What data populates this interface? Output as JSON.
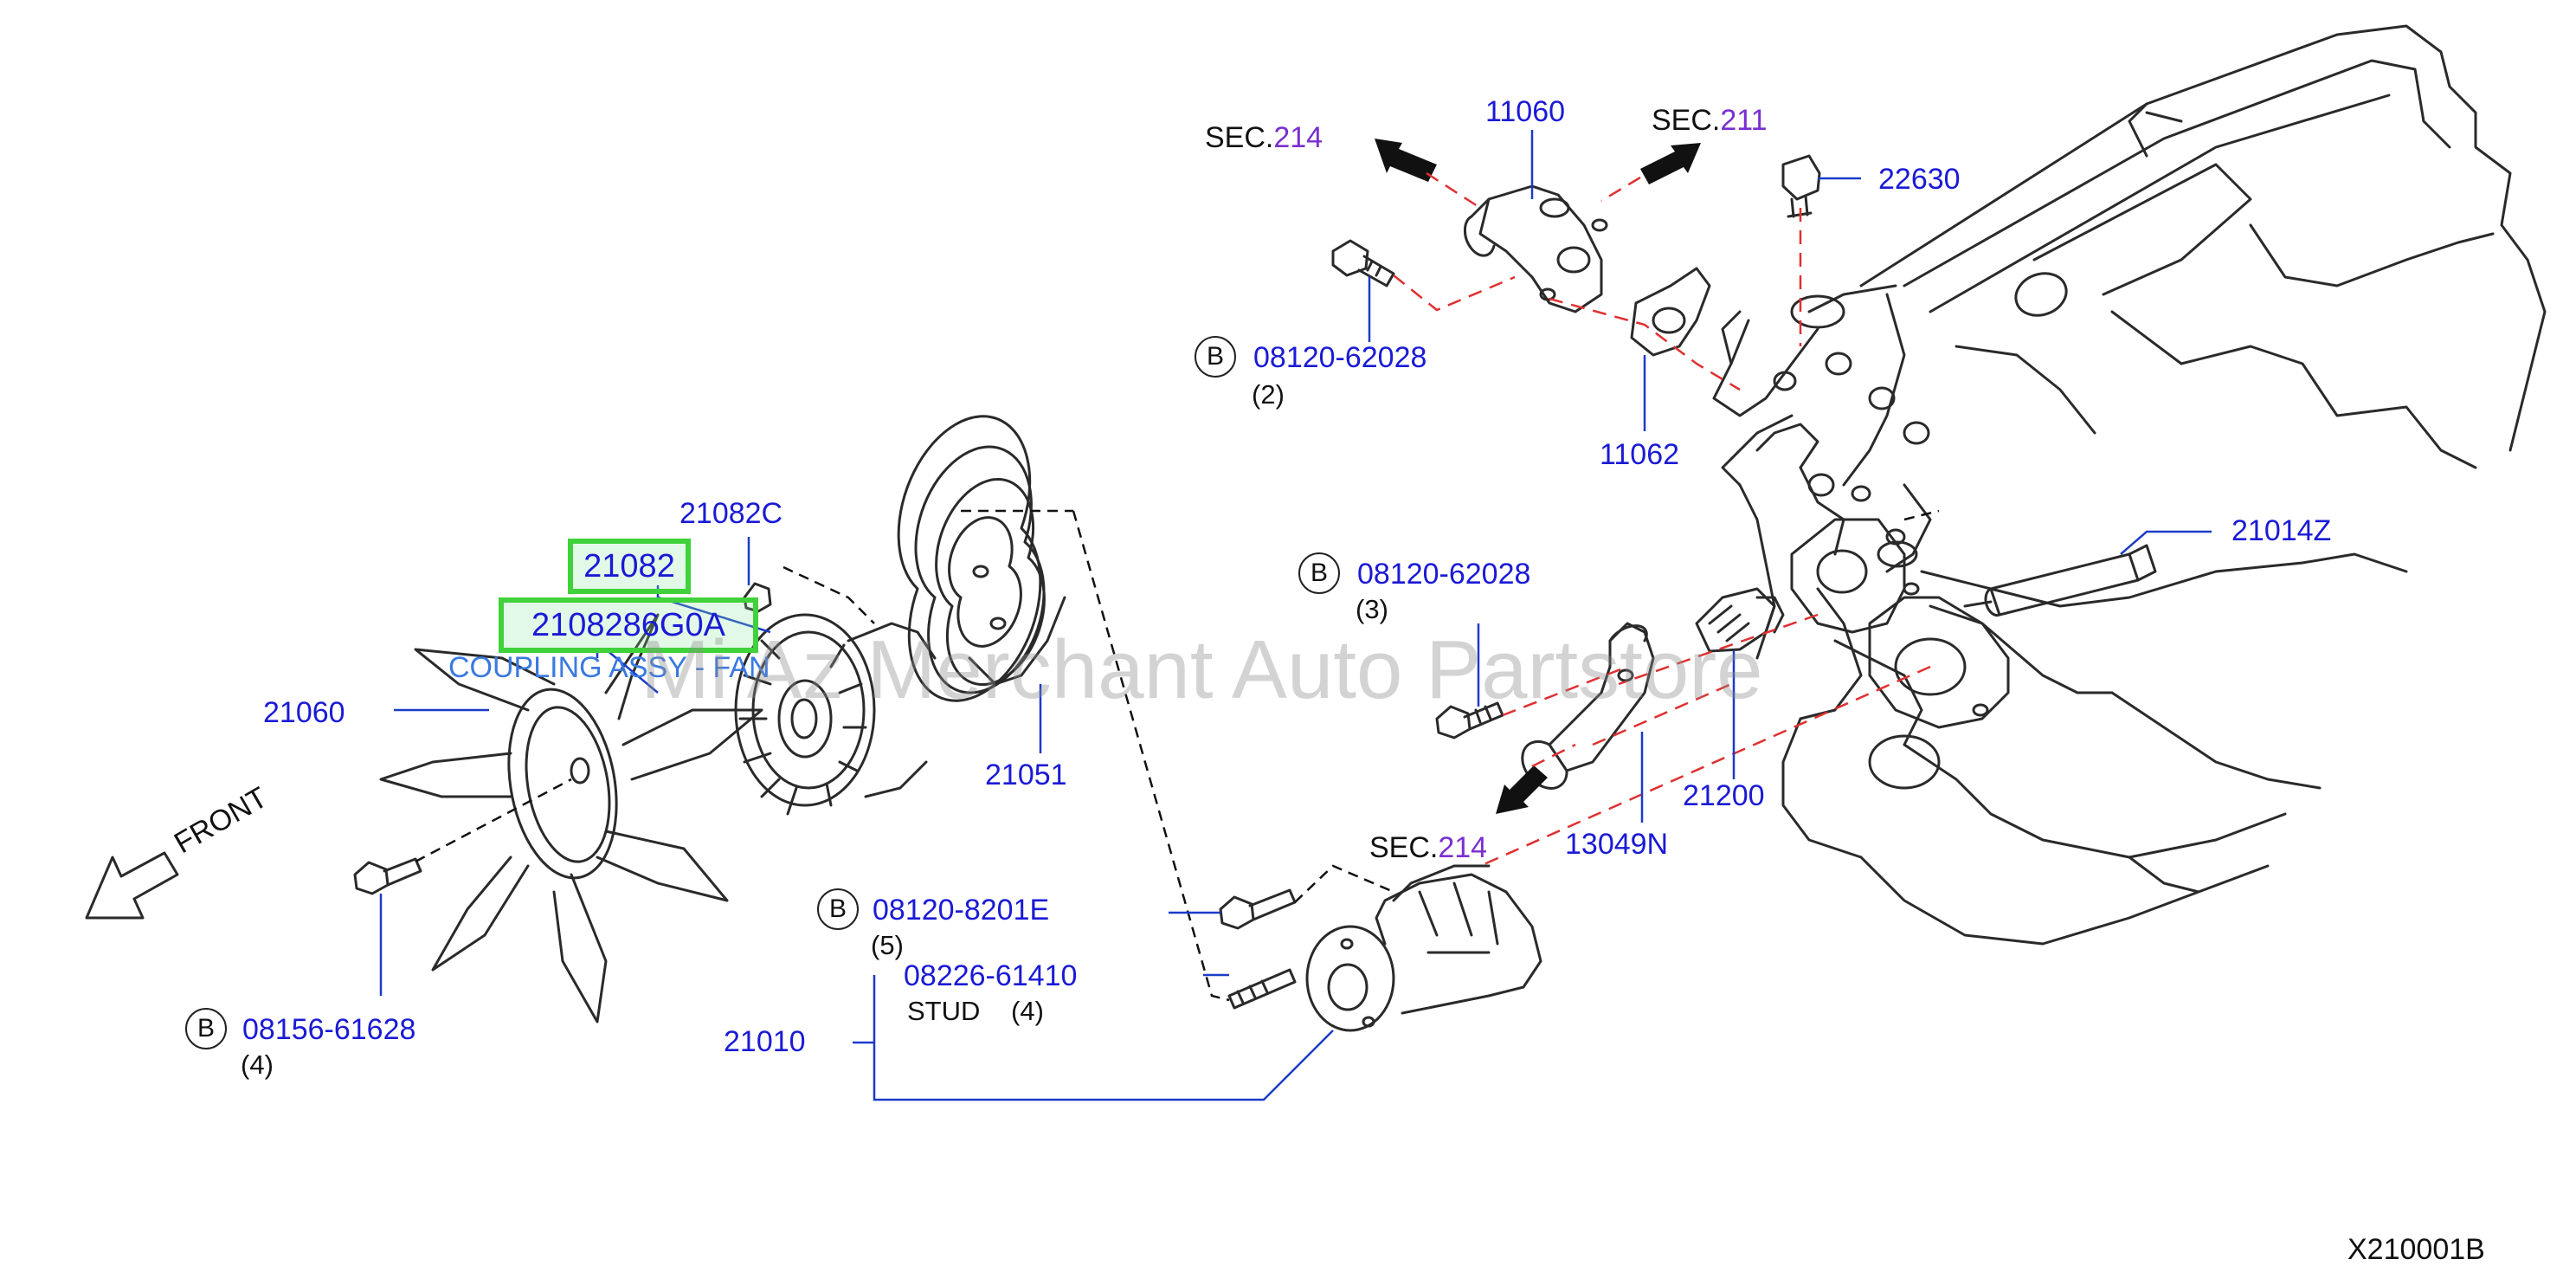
{
  "labels": {
    "sec214_top": {
      "prefix": "SEC.",
      "num": "214"
    },
    "sec211": {
      "prefix": "SEC.",
      "num": "211"
    },
    "sec214_bottom": {
      "prefix": "SEC.",
      "num": "214"
    },
    "p11060": "11060",
    "p22630": "22630",
    "p08120_62028_a": "08120-62028",
    "p08120_62028_a_qty": "(2)",
    "p11062": "11062",
    "p21014z": "21014Z",
    "p08120_62028_b": "08120-62028",
    "p08120_62028_b_qty": "(3)",
    "p21200": "21200",
    "p13049n": "13049N",
    "p21082c": "21082C",
    "p21082": "21082",
    "p2108286g0a": "2108286G0A",
    "coupling_caption": "COUPLING ASSY - FAN",
    "p21060": "21060",
    "p21051": "21051",
    "front": "FRONT",
    "p08120_8201e": "08120-8201E",
    "p08120_8201e_qty": "(5)",
    "p08226_61410": "08226-61410",
    "stud": "STUD",
    "stud_qty": "(4)",
    "p21010": "21010",
    "p08156_61628": "08156-61628",
    "p08156_61628_qty": "(4)",
    "bolt_marker": "B",
    "watermark": "Mi Az Merchant Auto Partstore",
    "diagram_code": "X210001B"
  },
  "colors": {
    "part_number": "#1a1ad6",
    "section_number": "#7a2fd0",
    "highlight": "#3fd23a",
    "leader": "#1a3cc8",
    "dash_red": "#e03030",
    "caption": "#3a7ae0"
  }
}
